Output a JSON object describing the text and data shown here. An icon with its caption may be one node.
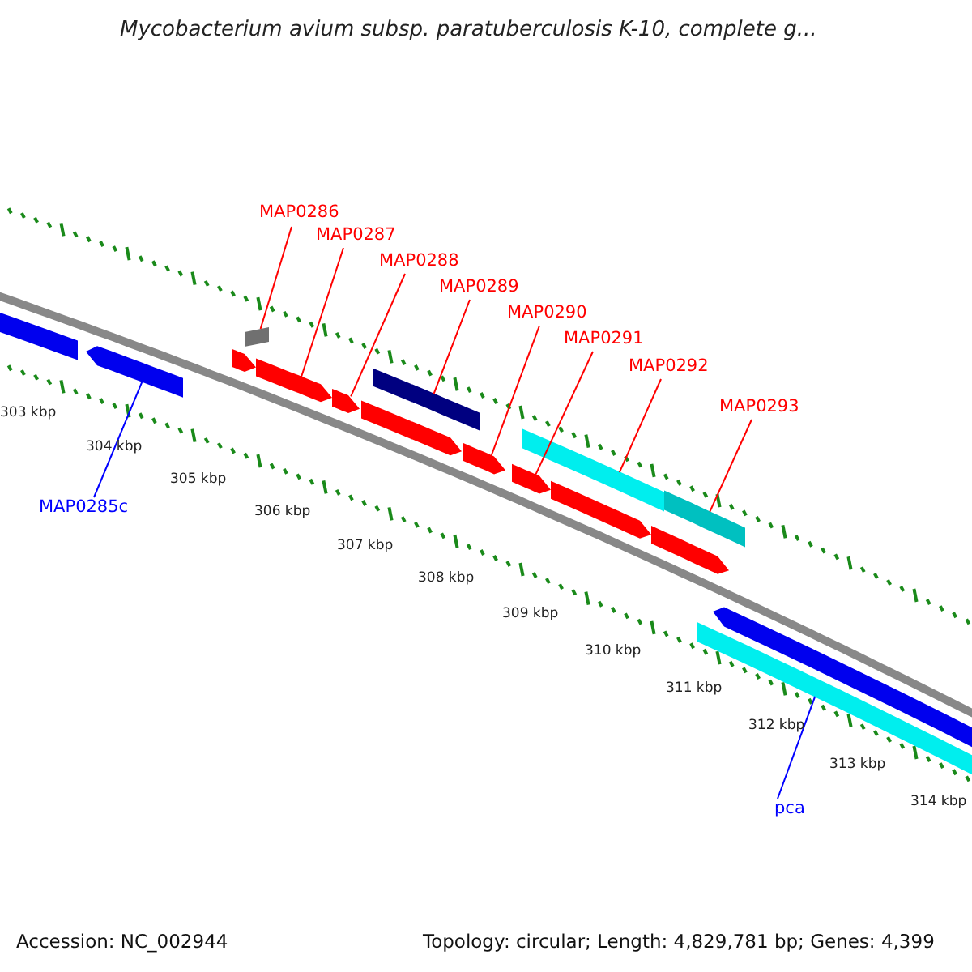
{
  "diagram": {
    "title": "Mycobacterium avium subsp. paratuberculosis K-10, complete g...",
    "nodes": [
      {
        "text": [
          "MAP0286"
        ]
      },
      {
        "text": [
          "MAP0287"
        ]
      },
      {
        "text": [
          "MAP0288"
        ]
      },
      {
        "text": [
          "MAP0289"
        ]
      },
      {
        "text": [
          "MAP0290"
        ]
      },
      {
        "text": [
          "MAP0291"
        ]
      },
      {
        "text": [
          "MAP0292"
        ]
      },
      {
        "text": [
          "MAP0293"
        ]
      },
      {
        "text": [
          "MAP0285c"
        ]
      },
      {
        "text": [
          "pca"
        ]
      },
      {
        "text": [],
        "shape": "bar"
      },
      {
        "text": [],
        "shape": "bar"
      },
      {
        "text": [],
        "shape": "box"
      },
      {
        "text": [],
        "shape": "bar"
      },
      {
        "text": [],
        "shape": "bar"
      },
      {
        "text": [],
        "shape": "bar"
      },
      {
        "text": [],
        "shape": "bar"
      },
      {
        "text": [],
        "shape": "bar"
      },
      {
        "text": [],
        "shape": "bar"
      },
      {
        "text": [],
        "shape": "bar"
      },
      {
        "text": [],
        "shape": "bar"
      },
      {
        "text": [],
        "shape": "bar"
      },
      {
        "text": [],
        "shape": "bar"
      },
      {
        "text": [],
        "shape": "bar"
      },
      {
        "text": [],
        "shape": "bar"
      },
      {
        "text": [],
        "shape": "bar"
      }
    ],
    "edges": [
      {
        "from": 0,
        "to": 12,
        "arrow": "none"
      },
      {
        "from": 1,
        "to": 14,
        "arrow": "none"
      },
      {
        "from": 2,
        "to": 15,
        "arrow": "none"
      },
      {
        "from": 3,
        "to": 17,
        "arrow": "none"
      },
      {
        "from": 4,
        "to": 18,
        "arrow": "none"
      },
      {
        "from": 5,
        "to": 19,
        "arrow": "none"
      },
      {
        "from": 6,
        "to": 20,
        "arrow": "none"
      },
      {
        "from": 7,
        "to": 22,
        "arrow": "none"
      },
      {
        "from": 8,
        "to": 11,
        "arrow": "none",
        "color": "#0000ff"
      },
      {
        "from": 9,
        "to": 25,
        "arrow": "none",
        "color": "#0000ff"
      }
    ],
    "labels": [
      "303 kbp",
      "304 kbp",
      "305 kbp",
      "306 kbp",
      "307 kbp",
      "308 kbp",
      "309 kbp",
      "310 kbp",
      "311 kbp",
      "312 kbp",
      "313 kbp",
      "314 kbp",
      "Accession: NC_002944",
      "Topology: circular; Length: 4,829,781 bp; Genes: 4,399"
    ]
  }
}
